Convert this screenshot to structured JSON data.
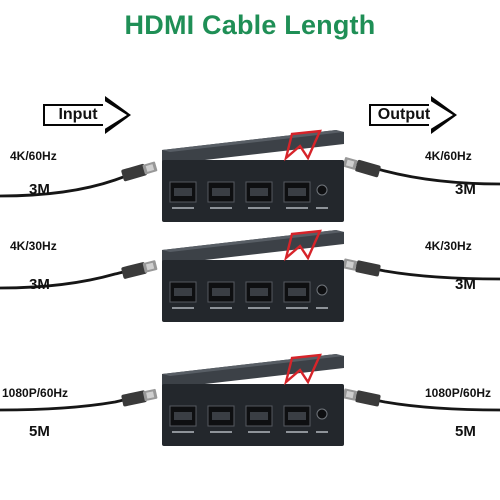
{
  "title": "HDMI Cable Length",
  "input_label": "Input",
  "output_label": "Output",
  "colors": {
    "title": "#1f8f56",
    "cable": "#1a1a1a",
    "connector": "#9a9a9a",
    "device": "#23272c",
    "accent": "#d6242a"
  },
  "rows": [
    {
      "input_spec": "4K/60Hz",
      "input_length": "3M",
      "output_spec": "4K/60Hz",
      "output_length": "3M"
    },
    {
      "input_spec": "4K/30Hz",
      "input_length": "3M",
      "output_spec": "4K/30Hz",
      "output_length": "3M"
    },
    {
      "input_spec": "1080P/60Hz",
      "input_length": "5M",
      "output_spec": "1080P/60Hz",
      "output_length": "5M"
    }
  ]
}
